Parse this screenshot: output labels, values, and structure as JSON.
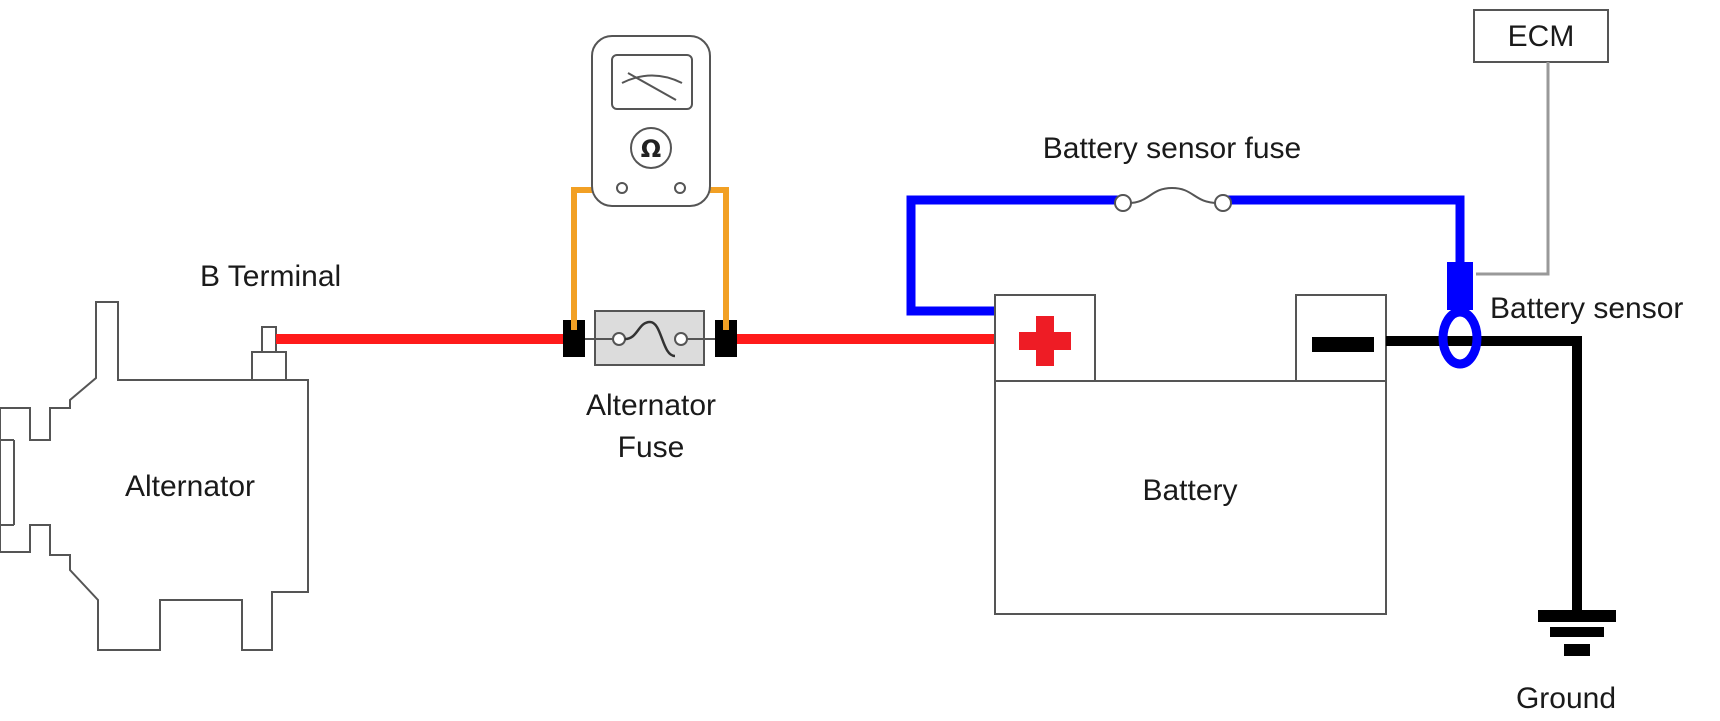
{
  "labels": {
    "b_terminal": "B Terminal",
    "alternator": "Alternator",
    "alternator_fuse_line1": "Alternator",
    "alternator_fuse_line2": "Fuse",
    "battery": "Battery",
    "battery_sensor_fuse": "Battery sensor fuse",
    "ecm": "ECM",
    "battery_sensor": "Battery sensor",
    "ground": "Ground"
  },
  "meter": {
    "unit_symbol": "Ω"
  },
  "colors": {
    "positive_cable": "#ff1a1a",
    "sensor_wire": "#0000ff",
    "meter_leads": "#f2a024",
    "ground_cable": "#000000",
    "signal_wire": "#999999",
    "plus_sign": "#ee1c25"
  },
  "icons": {
    "ohmmeter": "ohmmeter-icon",
    "fuse": "fuse-icon",
    "ground": "ground-symbol-icon"
  }
}
